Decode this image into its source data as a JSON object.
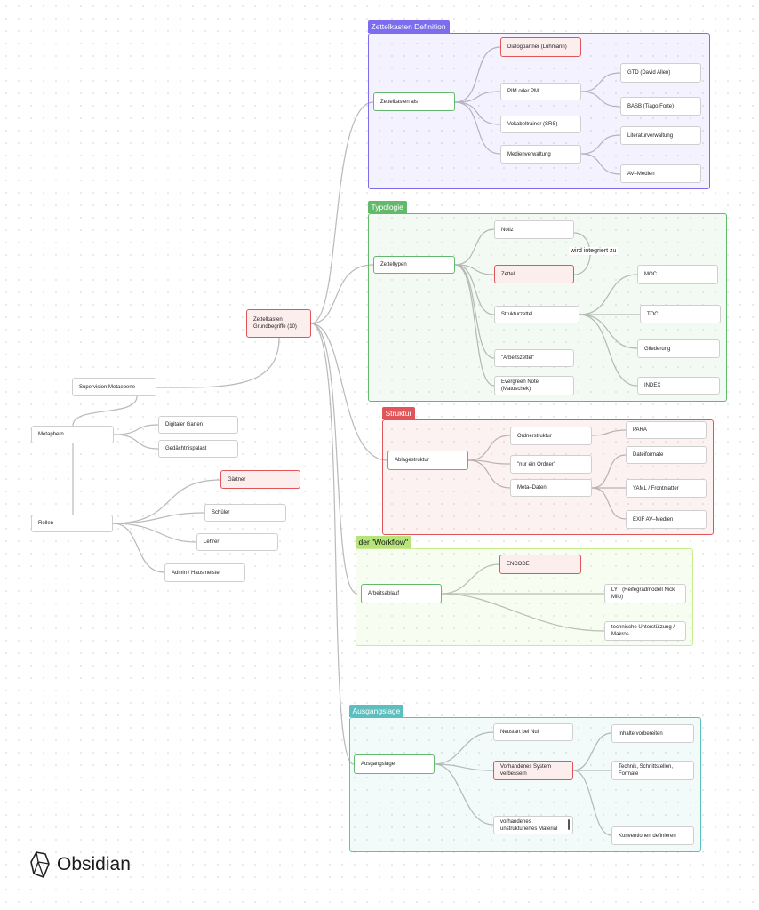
{
  "brand": {
    "name": "Obsidian",
    "icon": "obsidian-crystal-icon"
  },
  "colors": {
    "purple": "#7b6cf0",
    "green": "#62b96b",
    "red": "#e0555a",
    "lime": "#b6e37a",
    "teal": "#5cbfbf"
  },
  "groups": {
    "definition": "Zettelkasten Definition",
    "typologie": "Typologie",
    "struktur": "Struktur",
    "workflow": "der \"Workflow\"",
    "ausgangslage": "Ausgangslage"
  },
  "nodes": {
    "root": "Zettelkasten Grundbegriffe (10)",
    "supervision": "Supervision Metaebene",
    "metaphern": "Metaphern",
    "garten": "Digitaler Garten",
    "palast": "Gedächtnispalast",
    "rollen": "Rollen",
    "gaertner": "Gärtner",
    "schueler": "Schüler",
    "lehrer": "Lehrer",
    "admin": "Admin / Hausmeister",
    "zk_als": "Zettelkasten als",
    "dialog": "Dialogpartner (Luhmann)",
    "pim": "PIM oder PM",
    "gtd": "GTD (David Allen)",
    "basb": "BASB (Tiago Forte)",
    "vokabel": "Vokabeltrainer (SRS)",
    "medienverw": "Medienverwaltung",
    "literatur": "Literaturverwaltung",
    "av": "AV–Medien",
    "zetteltypen": "Zetteltypen",
    "notiz": "Notiz",
    "zettel": "Zettel",
    "strukturzettel": "Strukturzettel",
    "moc": "MOC",
    "toc": "TOC",
    "gliederung": "Gliederung",
    "index": "INDEX",
    "arbeitszettel": "\"Arbeitszettel\"",
    "evergreen": "Evergreen Note (Matuschek)",
    "ablage": "Ablagestruktur",
    "ordner": "Ordnerstruktur",
    "nurordner": "\"nur ein Ordner\"",
    "metadaten": "Meta–Daten",
    "para": "PARA",
    "dateiformate": "Dateiformate",
    "yaml": "YAML / Frontmatter",
    "exif": "EXIF AV–Medien",
    "arbeitsablauf": "Arbeitsablauf",
    "encode": "ENCODE",
    "lyt": "LYT (Reifegradmodell Nick Milo)",
    "technisch": "technische Unterstützung / Makros",
    "ausgangslage": "Ausgangslage",
    "neustart": "Neustart bei Null",
    "vorhandenes": "Vorhandenes System verbessern",
    "unstrukturiert": "vorhandenes unstrukturiertes Material",
    "inhalte": "Inhalte vorbereiten",
    "technik": "Technik, Schnittstellen, Formate",
    "konventionen": "Konventionen definieren"
  },
  "edge_labels": {
    "integriert": "wird integriert zu"
  }
}
